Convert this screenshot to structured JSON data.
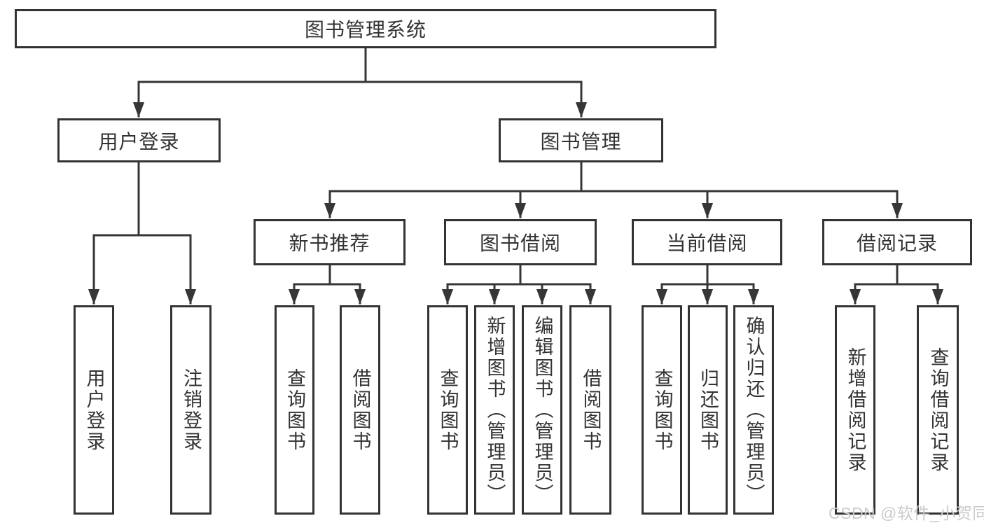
{
  "watermark": "CSDN @软件_小贺同学",
  "colors": {
    "line": "#363636",
    "box_border": "#333333",
    "text": "#333333",
    "background": "#ffffff",
    "watermark": "#cbcbcb"
  },
  "tree": {
    "label": "图书管理系统",
    "children": [
      {
        "label": "用户登录",
        "children": [
          {
            "label": "用户登录"
          },
          {
            "label": "注销登录"
          }
        ]
      },
      {
        "label": "图书管理",
        "children": [
          {
            "label": "新书推荐",
            "children": [
              {
                "label": "查询图书"
              },
              {
                "label": "借阅图书"
              }
            ]
          },
          {
            "label": "图书借阅",
            "children": [
              {
                "label": "查询图书"
              },
              {
                "label": "新增图书（管理员）"
              },
              {
                "label": "编辑图书（管理员）"
              },
              {
                "label": "借阅图书"
              }
            ]
          },
          {
            "label": "当前借阅",
            "children": [
              {
                "label": "查询图书"
              },
              {
                "label": "归还图书"
              },
              {
                "label": "确认归还（管理员）"
              }
            ]
          },
          {
            "label": "借阅记录",
            "children": [
              {
                "label": "新增借阅记录"
              },
              {
                "label": "查询借阅记录"
              }
            ]
          }
        ]
      }
    ]
  }
}
